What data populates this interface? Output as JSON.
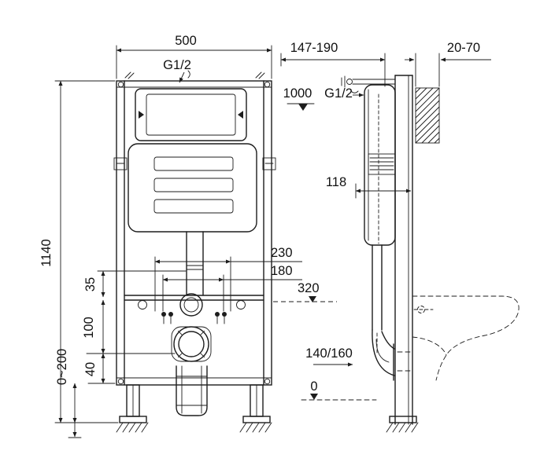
{
  "colors": {
    "ink": "#1d1d1d",
    "background": "#ffffff"
  },
  "front_view": {
    "width_label": "500",
    "inlet_label": "G1/2",
    "height_label": "1140",
    "offset_35": "35",
    "offset_100": "100",
    "offset_40": "40",
    "leg_range": "0~200",
    "bolt_span_outer": "230",
    "bolt_span_inner": "180",
    "level_320": "320"
  },
  "side_view": {
    "depth_range": "147-190",
    "wall_thickness": "20-70",
    "supply_height": "1000",
    "inlet_label": "G1/2",
    "cistern_depth": "118",
    "outlet_label": "140/160",
    "floor_level": "0"
  }
}
